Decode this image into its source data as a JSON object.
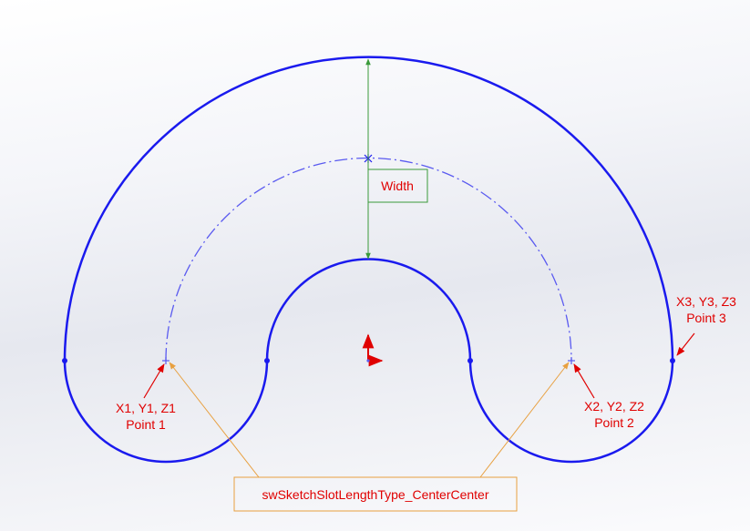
{
  "labels": {
    "width": "Width",
    "point1_coords": "X1, Y1, Z1",
    "point1_name": "Point 1",
    "point2_coords": "X2, Y2, Z2",
    "point2_name": "Point 2",
    "point3_coords": "X3, Y3, Z3",
    "point3_name": "Point 3",
    "slot_type": "swSketchSlotLengthType_CenterCenter"
  },
  "colors": {
    "slot_outline": "#1a1aee",
    "centerline": "#5a5af0",
    "dimension": "#3a9a3a",
    "leader": "#e8a040",
    "annotation_text": "#e00000",
    "origin_y_axis": "#e00000",
    "origin_x_axis": "#e00000"
  }
}
